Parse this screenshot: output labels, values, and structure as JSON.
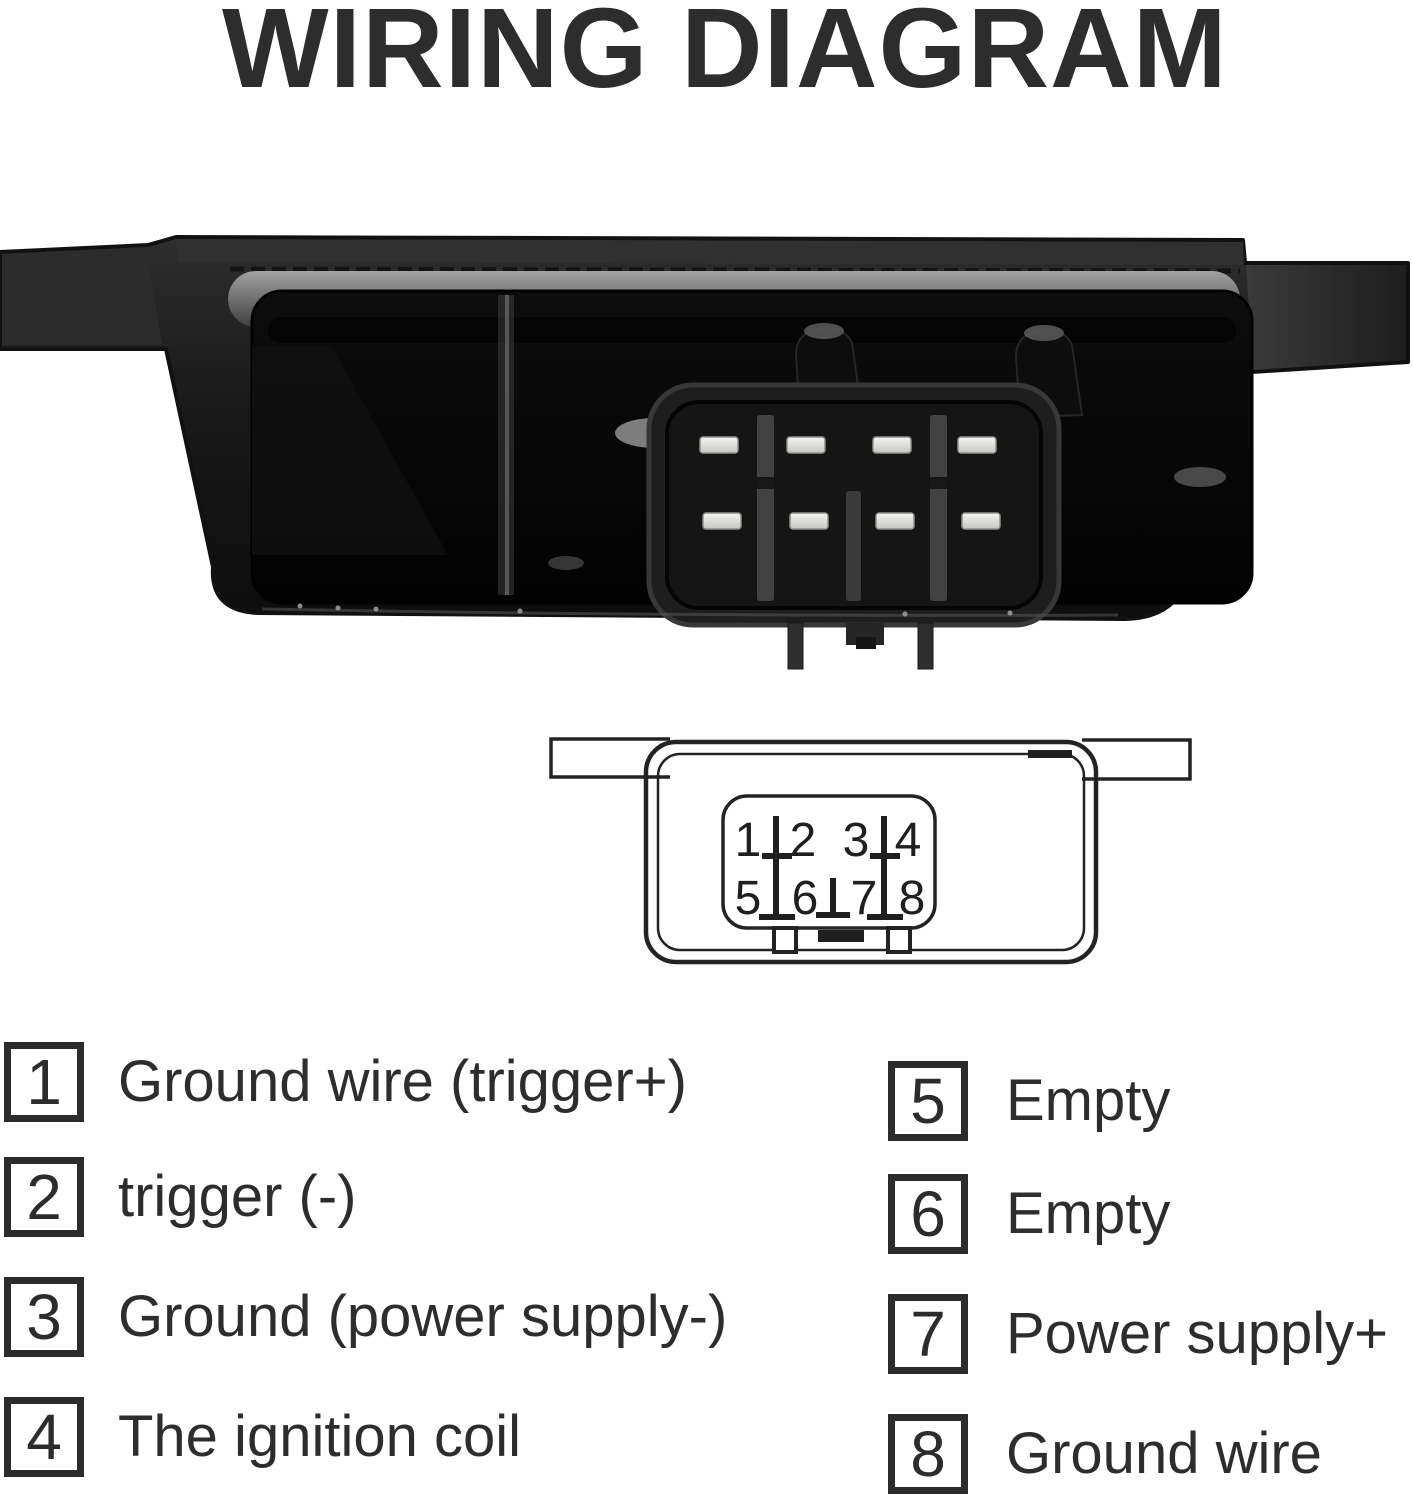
{
  "title": "WIRING DIAGRAM",
  "pinout": {
    "pins": [
      "1",
      "2",
      "3",
      "4",
      "5",
      "6",
      "7",
      "8"
    ]
  },
  "legend": {
    "left": [
      {
        "num": "1",
        "label": "Ground wire (trigger+)"
      },
      {
        "num": "2",
        "label": "trigger (-)"
      },
      {
        "num": "3",
        "label": "Ground (power supply-)"
      },
      {
        "num": "4",
        "label": "The ignition coil"
      }
    ],
    "right": [
      {
        "num": "5",
        "label": "Empty"
      },
      {
        "num": "6",
        "label": "Empty"
      },
      {
        "num": "7",
        "label": "Power supply+"
      },
      {
        "num": "8",
        "label": "Ground wire"
      }
    ]
  },
  "colors": {
    "ink": "#2d2d2d",
    "device_black": "#161616"
  }
}
